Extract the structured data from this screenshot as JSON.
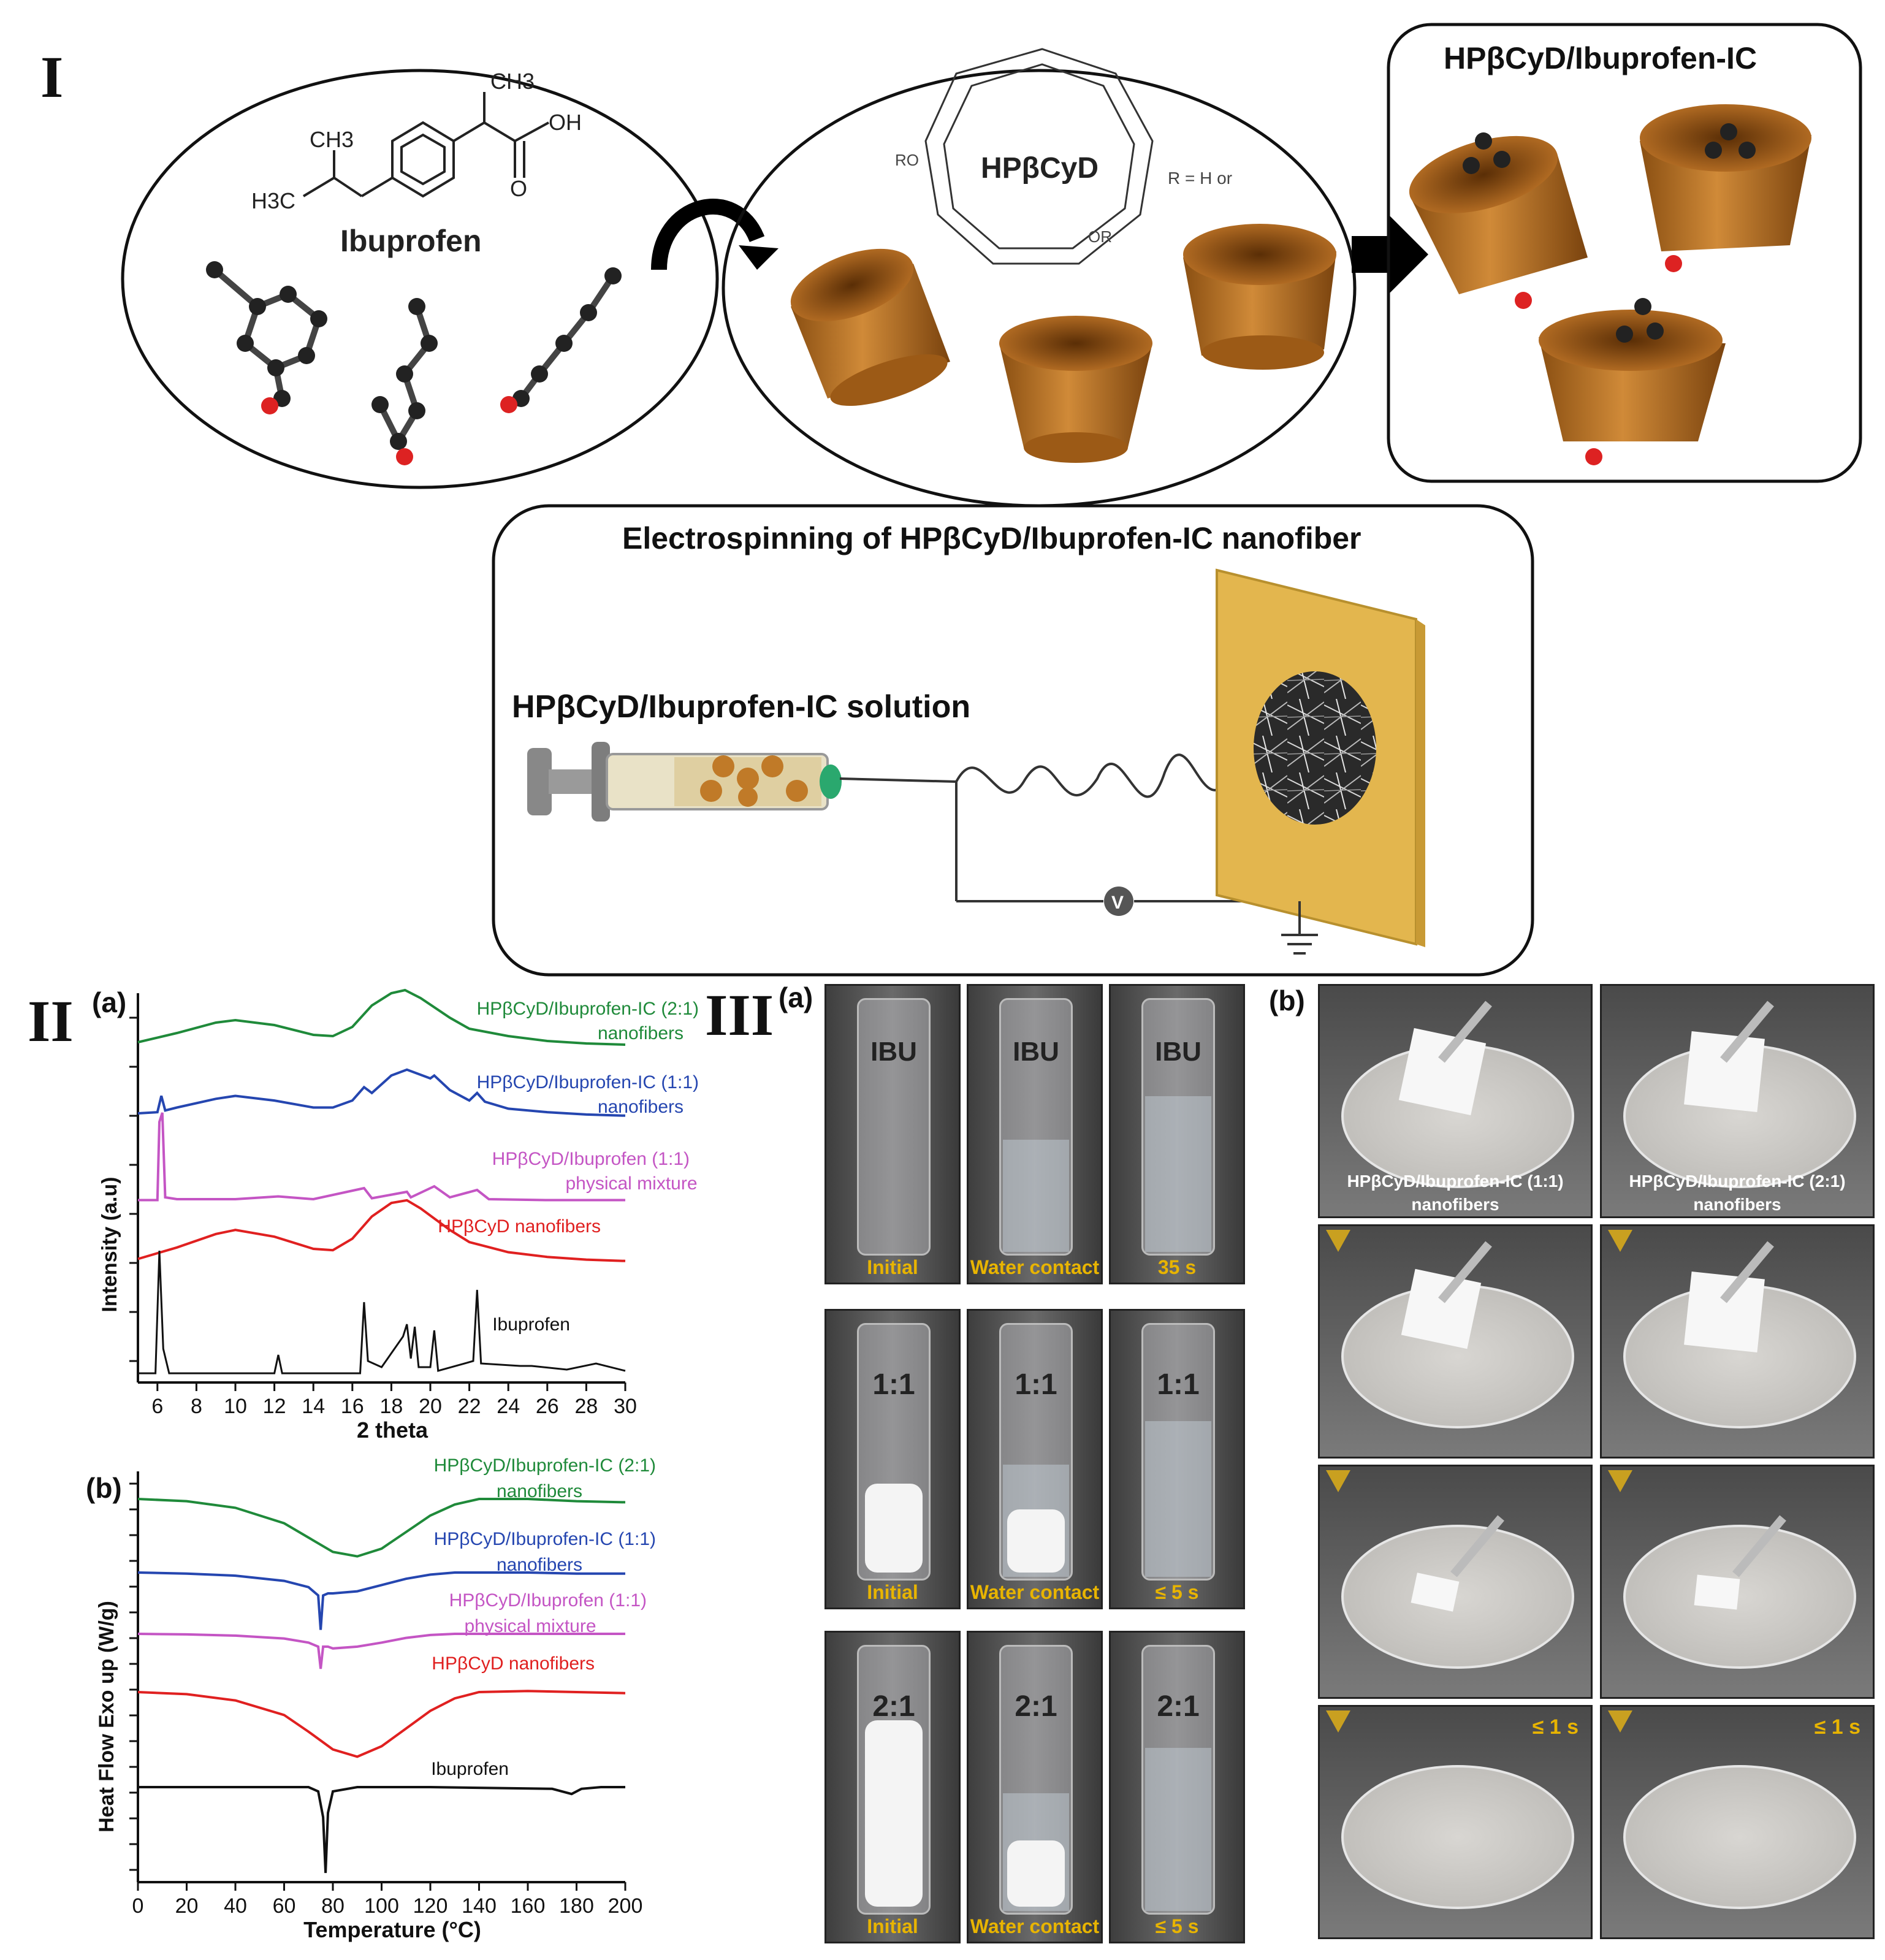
{
  "panel_I": {
    "label": "I",
    "ibuprofen_label": "Ibuprofen",
    "hpbcyd_label": "HPβCyD",
    "r_group": "R = H or",
    "ic_title": "HPβCyD/Ibuprofen-IC",
    "electrospinning_title": "Electrospinning of HPβCyD/Ibuprofen-IC nanofiber",
    "solution_label": "HPβCyD/Ibuprofen-IC solution",
    "voltage_symbol": "V",
    "struct_labels": {
      "ch3": "CH3",
      "oh": "OH",
      "o": "O",
      "h3c": "H3C",
      "ch3b": "CH3",
      "ro": "RO",
      "or": "OR"
    },
    "colors": {
      "cone": "#c07a28",
      "yellow_plate": "#e3b64e",
      "needle_tip": "#2aa86e"
    }
  },
  "panel_II": {
    "label": "II",
    "sub_a": "(a)",
    "sub_b": "(b)",
    "ylabel_a": "Intensity (a.u)",
    "xlabel_a": "2 theta",
    "ylabel_b": "Heat Flow Exo up (W/g)",
    "xlabel_b": "Temperature (°C)",
    "xticks_a": [
      "6",
      "8",
      "10",
      "12",
      "14",
      "16",
      "18",
      "20",
      "22",
      "24",
      "26",
      "28",
      "30"
    ],
    "xticks_b": [
      "0",
      "20",
      "40",
      "60",
      "80",
      "100",
      "120",
      "140",
      "160",
      "180",
      "200"
    ],
    "legend_a": [
      {
        "l1": "HPβCyD/Ibuprofen-IC (2:1)",
        "l2": "nanofibers",
        "color": "#1f8a3a"
      },
      {
        "l1": "HPβCyD/Ibuprofen-IC (1:1)",
        "l2": "nanofibers",
        "color": "#2546b0"
      },
      {
        "l1": "HPβCyD/Ibuprofen (1:1)",
        "l2": "physical mixture",
        "color": "#c455c4"
      },
      {
        "l1": "HPβCyD nanofibers",
        "l2": "",
        "color": "#e02020"
      },
      {
        "l1": "Ibuprofen",
        "l2": "",
        "color": "#111111"
      }
    ]
  },
  "chart_data": [
    {
      "type": "line",
      "title": "",
      "xlabel": "2 theta",
      "ylabel": "Intensity (a.u)",
      "xlim": [
        5,
        30
      ],
      "series": [
        {
          "name": "HPβCyD/Ibuprofen-IC (2:1) nanofibers",
          "color": "#1f8a3a",
          "x": [
            5,
            7,
            9,
            10,
            12,
            14,
            15,
            16,
            17,
            18,
            18.7,
            19.5,
            21,
            22,
            24,
            26,
            28,
            30
          ],
          "y": [
            0.2,
            0.35,
            0.52,
            0.56,
            0.48,
            0.32,
            0.3,
            0.45,
            0.8,
            1.0,
            1.05,
            0.92,
            0.6,
            0.42,
            0.3,
            0.22,
            0.18,
            0.16
          ]
        },
        {
          "name": "HPβCyD/Ibuprofen-IC (1:1) nanofibers",
          "color": "#2546b0",
          "x": [
            5,
            6,
            6.2,
            6.4,
            7,
            9,
            10,
            12,
            14,
            15,
            16,
            16.6,
            17,
            18,
            18.8,
            20,
            20.2,
            21,
            22,
            22.4,
            22.8,
            24,
            26,
            28,
            30
          ],
          "y": [
            0.2,
            0.22,
            0.5,
            0.25,
            0.3,
            0.45,
            0.5,
            0.42,
            0.3,
            0.3,
            0.42,
            0.65,
            0.55,
            0.85,
            0.95,
            0.8,
            0.85,
            0.6,
            0.42,
            0.55,
            0.4,
            0.28,
            0.22,
            0.18,
            0.16
          ]
        },
        {
          "name": "HPβCyD/Ibuprofen (1:1) physical mixture",
          "color": "#c455c4",
          "x": [
            5,
            6,
            6.1,
            6.25,
            6.4,
            7,
            10,
            12.2,
            14,
            16.6,
            17,
            18.8,
            19,
            20.2,
            21,
            22.4,
            23,
            26,
            30
          ],
          "y": [
            0.05,
            0.05,
            0.9,
            1.0,
            0.08,
            0.06,
            0.06,
            0.09,
            0.06,
            0.18,
            0.07,
            0.14,
            0.08,
            0.2,
            0.08,
            0.16,
            0.06,
            0.05,
            0.05
          ]
        },
        {
          "name": "HPβCyD nanofibers",
          "color": "#e02020",
          "x": [
            5,
            7,
            9,
            10,
            12,
            14,
            15,
            16,
            17,
            18,
            18.8,
            19.5,
            21,
            22,
            24,
            26,
            28,
            30
          ],
          "y": [
            0.15,
            0.32,
            0.52,
            0.58,
            0.48,
            0.3,
            0.28,
            0.45,
            0.78,
            0.98,
            1.02,
            0.9,
            0.58,
            0.4,
            0.25,
            0.18,
            0.14,
            0.12
          ]
        },
        {
          "name": "Ibuprofen",
          "color": "#111111",
          "x": [
            5,
            5.9,
            6.1,
            6.3,
            6.6,
            12,
            12.2,
            12.4,
            16.4,
            16.6,
            16.8,
            17.5,
            18.6,
            18.8,
            19,
            19.2,
            19.4,
            20,
            20.2,
            20.4,
            22.2,
            22.4,
            22.6,
            24.6,
            25.2,
            27,
            28.5,
            30
          ],
          "y": [
            0,
            0,
            1.0,
            0.2,
            0,
            0,
            0.15,
            0,
            0,
            0.58,
            0.1,
            0.05,
            0.3,
            0.4,
            0.12,
            0.38,
            0.05,
            0.05,
            0.35,
            0.02,
            0.1,
            0.68,
            0.08,
            0.06,
            0.06,
            0.03,
            0.08,
            0.02
          ]
        }
      ]
    },
    {
      "type": "line",
      "title": "",
      "xlabel": "Temperature (°C)",
      "ylabel": "Heat Flow Exo up (W/g)",
      "xlim": [
        0,
        200
      ],
      "series": [
        {
          "name": "HPβCyD/Ibuprofen-IC (2:1) nanofibers",
          "color": "#1f8a3a",
          "x": [
            0,
            20,
            40,
            60,
            70,
            80,
            90,
            100,
            110,
            120,
            130,
            140,
            160,
            180,
            200
          ],
          "y": [
            0,
            -0.02,
            -0.08,
            -0.22,
            -0.35,
            -0.48,
            -0.52,
            -0.45,
            -0.3,
            -0.15,
            -0.05,
            0.0,
            0.0,
            -0.02,
            -0.03
          ]
        },
        {
          "name": "HPβCyD/Ibuprofen-IC (1:1) nanofibers",
          "color": "#2546b0",
          "x": [
            0,
            20,
            40,
            60,
            70,
            74,
            75,
            76,
            78,
            80,
            90,
            100,
            110,
            120,
            130,
            140,
            160,
            180,
            200
          ],
          "y": [
            0,
            -0.01,
            -0.03,
            -0.08,
            -0.14,
            -0.22,
            -0.55,
            -0.22,
            -0.2,
            -0.2,
            -0.18,
            -0.12,
            -0.06,
            -0.02,
            0,
            0,
            0,
            -0.01,
            -0.01
          ]
        },
        {
          "name": "HPβCyD/Ibuprofen (1:1) physical mixture",
          "color": "#c455c4",
          "x": [
            0,
            20,
            40,
            60,
            70,
            74,
            75,
            76,
            78,
            80,
            90,
            100,
            110,
            120,
            130,
            140,
            160,
            180,
            200
          ],
          "y": [
            0,
            -0.01,
            -0.03,
            -0.08,
            -0.15,
            -0.22,
            -0.6,
            -0.22,
            -0.22,
            -0.25,
            -0.22,
            -0.15,
            -0.07,
            -0.02,
            0,
            0,
            0,
            0,
            0
          ]
        },
        {
          "name": "HPβCyD nanofibers",
          "color": "#e02020",
          "x": [
            0,
            20,
            40,
            60,
            70,
            80,
            90,
            100,
            110,
            120,
            130,
            140,
            160,
            180,
            200
          ],
          "y": [
            0,
            -0.02,
            -0.08,
            -0.22,
            -0.38,
            -0.55,
            -0.62,
            -0.52,
            -0.35,
            -0.18,
            -0.06,
            0.0,
            0.01,
            0.0,
            -0.01
          ]
        },
        {
          "name": "Ibuprofen",
          "color": "#111111",
          "x": [
            0,
            40,
            70,
            74,
            76,
            77,
            78,
            80,
            90,
            120,
            170,
            178,
            182,
            190,
            200
          ],
          "y": [
            0,
            0,
            0,
            -0.05,
            -0.35,
            -1.0,
            -0.3,
            -0.05,
            0,
            0,
            -0.02,
            -0.08,
            -0.02,
            0,
            0
          ]
        }
      ]
    }
  ],
  "panel_III": {
    "label": "III",
    "sub_a": "(a)",
    "sub_b": "(b)",
    "vials": [
      {
        "tag": "IBU",
        "labels": [
          "Initial",
          "Water contact",
          "35 s"
        ]
      },
      {
        "tag": "1:1",
        "labels": [
          "Initial",
          "Water contact",
          "≤ 5 s"
        ]
      },
      {
        "tag": "2:1",
        "labels": [
          "Initial",
          "Water contact",
          "≤ 5 s"
        ]
      }
    ],
    "petri": {
      "col1_l1": "HPβCyD/Ibuprofen-IC (1:1)",
      "col1_l2": "nanofibers",
      "col2_l1": "HPβCyD/Ibuprofen-IC (2:1)",
      "col2_l2": "nanofibers",
      "time_last": "≤ 1 s"
    }
  }
}
